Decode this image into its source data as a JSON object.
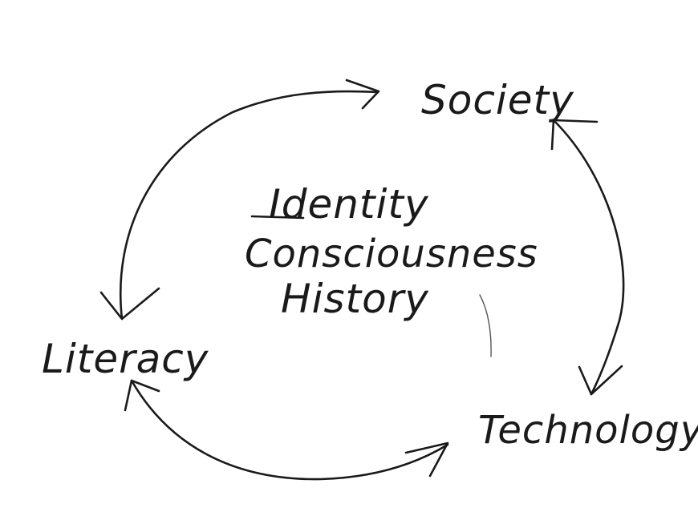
{
  "diagram": {
    "nodes": {
      "society": "Society",
      "technology": "Technology",
      "literacy": "Literacy"
    },
    "center": {
      "line1": "Identity",
      "line2": "Consciousness",
      "line3": "History"
    },
    "edges": [
      {
        "from": "Literacy",
        "to": "Society",
        "direction": "bidirectional"
      },
      {
        "from": "Society",
        "to": "Technology",
        "direction": "bidirectional"
      },
      {
        "from": "Technology",
        "to": "Literacy",
        "direction": "bidirectional"
      }
    ],
    "ink_color": "#1a1a1a",
    "background_color": "#ffffff"
  }
}
